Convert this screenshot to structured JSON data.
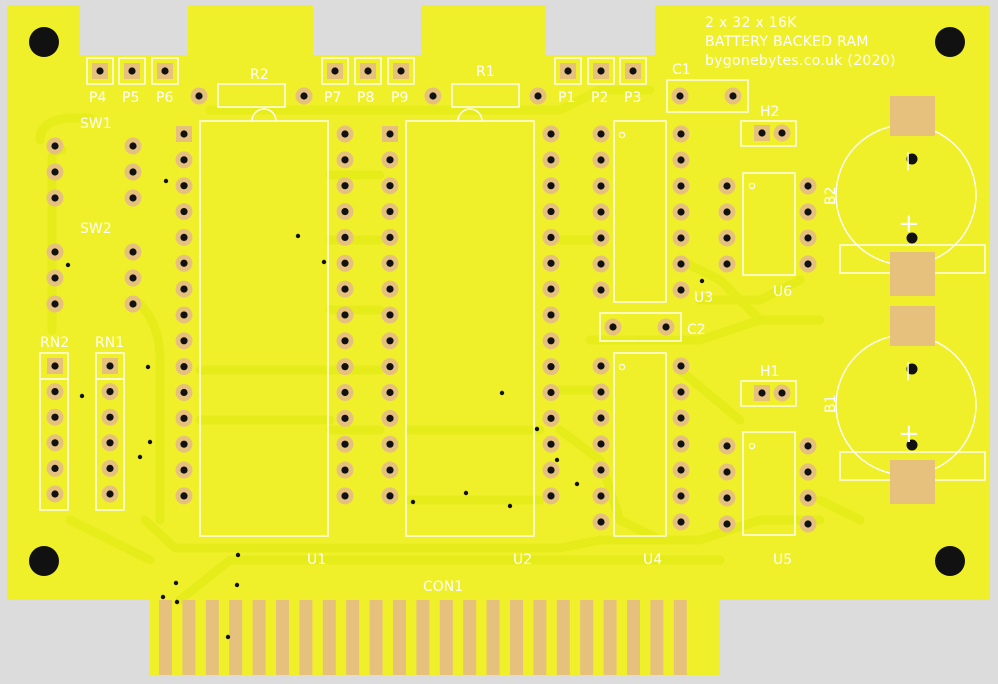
{
  "board": {
    "title_lines": [
      "2 x 32 x 16K",
      "BATTERY BACKED RAM",
      "bygonebytes.co.uk (2020)"
    ],
    "colors": {
      "background": "#dcdcdc",
      "board": "#f0f02a",
      "trace": "#e2ea0e",
      "copper": "#e6c17e",
      "silk": "#ffffff",
      "hole": "#111111"
    }
  },
  "labels": {
    "p4": "P4",
    "p5": "P5",
    "p6": "P6",
    "p7": "P7",
    "p8": "P8",
    "p9": "P9",
    "p1": "P1",
    "p2": "P2",
    "p3": "P3",
    "r1": "R1",
    "r2": "R2",
    "c1": "C1",
    "c2": "C2",
    "h1": "H1",
    "h2": "H2",
    "sw1": "SW1",
    "sw2": "SW2",
    "rn1": "RN1",
    "rn2": "RN2",
    "u1": "U1",
    "u2": "U2",
    "u3": "U3",
    "u4": "U4",
    "u5": "U5",
    "u6": "U6",
    "b1": "B1",
    "b2": "B2",
    "con1": "CON1",
    "plus": "+",
    "minus": "|"
  }
}
